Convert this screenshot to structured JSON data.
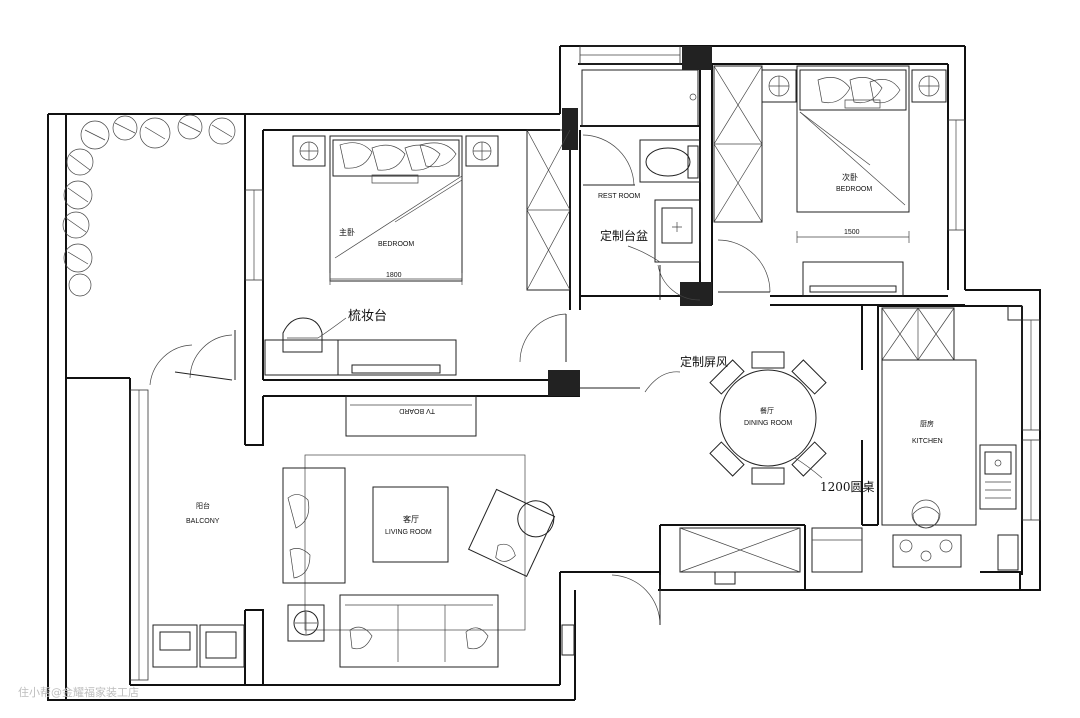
{
  "rooms": {
    "master_bedroom": {
      "cn": "主卧",
      "en": "BEDROOM",
      "dim": "1800"
    },
    "second_bedroom": {
      "cn": "次卧",
      "en": "BEDROOM",
      "dim": "1500"
    },
    "guest_bath": {
      "en": "REST ROOM"
    },
    "dining": {
      "cn": "餐厅",
      "en": "DINING ROOM"
    },
    "kitchen": {
      "cn": "厨房",
      "en": "KITCHEN"
    },
    "living": {
      "cn": "客厅",
      "en": "LIVING ROOM"
    },
    "balcony": {
      "cn": "阳台",
      "en": "BALCONY"
    }
  },
  "annotations": {
    "vanity": "梳妆台",
    "custom_basin": "定制台盆",
    "custom_screen": "定制屏风",
    "round_table": "1200圆桌",
    "tv_label": "TV BOARD"
  },
  "watermark": "住小帮@金耀福家装工店",
  "colors": {
    "wall": "#111111",
    "watermark": "#bdbdbd"
  }
}
